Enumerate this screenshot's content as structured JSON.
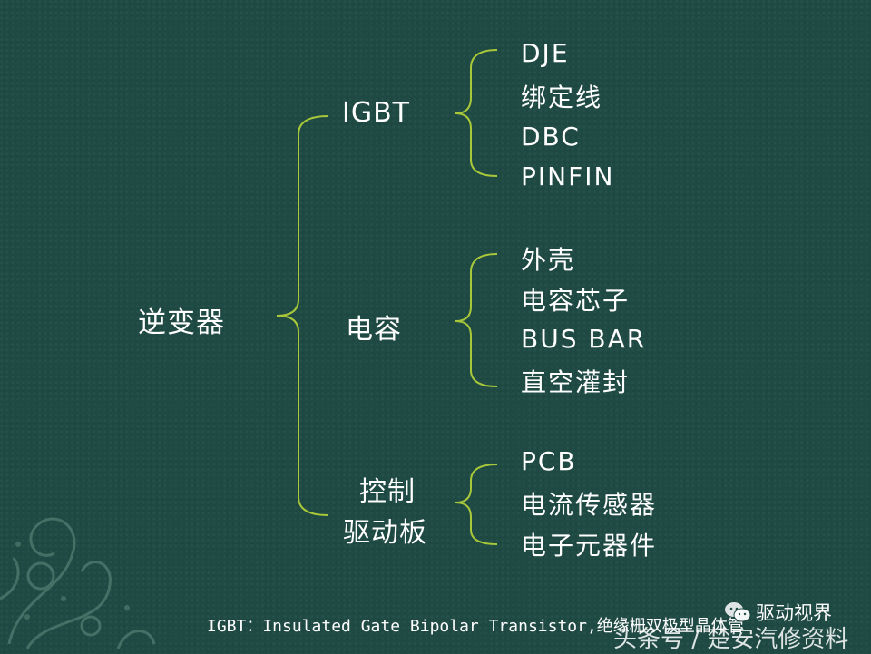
{
  "root": {
    "label": "逆变器"
  },
  "branches": [
    {
      "label": "IGBT",
      "children": [
        "DJE",
        "绑定线",
        "DBC",
        "PINFIN"
      ]
    },
    {
      "label": "电容",
      "children": [
        "外壳",
        "电容芯子",
        "BUS BAR",
        "直空灌封"
      ]
    },
    {
      "label_lines": [
        "控制",
        "驱动板"
      ],
      "children": [
        "PCB",
        "电流传感器",
        "电子元器件"
      ]
    }
  ],
  "footnote": "IGBT：Insulated Gate Bipolar Transistor,绝缘栅双极型晶体管",
  "watermark": {
    "account": "驱动视界",
    "source": "头条号 / 楚安汽修资料",
    "icon": "wechat-icon"
  },
  "colors": {
    "background": "#1f4a44",
    "bracket": "#a8c83a",
    "text": "#ffffff"
  }
}
